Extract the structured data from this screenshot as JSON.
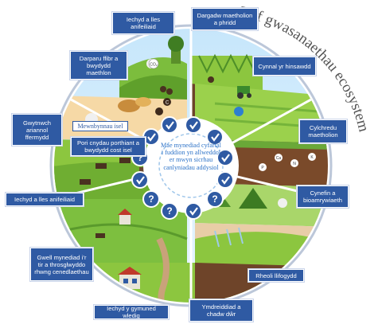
{
  "title": "Llif gwasanaethau ecosystem",
  "center_text": "Mae mynediad cyfartal i fuddion yn allweddol er mwyn sicrhau canlyniadau addysiol",
  "labels": {
    "top_left": "Iechyd a lles anifeiliaid",
    "top_right": "Dargadw maetholion a phridd",
    "upper_left": "Darparu ffibr a bwydydd maethlon",
    "climate": "Cynnal yr hinsawdd",
    "left_upper": "Gwytnwch ariannol ffermydd",
    "light_box": "Mewnbynnau isel",
    "feed": "Pori cnydau porthiant a bwydydd cost isel",
    "nutrients": "Cylchredu maetholion",
    "left_mid": "Iechyd a lles anifeiliaid",
    "biodiversity": "Cynefin a bioamrywiaeth",
    "access": "Gwell mynediad i’r tir a throsglwyddo rhwng cenedlaethau",
    "flood": "Rheoli llifogydd",
    "rural": "Iechyd y gymuned wledig",
    "water": "Ymdreiddiad a chadw dŵr"
  },
  "icons": {
    "check": "check-icon",
    "question": "question-icon",
    "co2": "CO₂",
    "carbon": "C",
    "pest_letters": [
      "P",
      "Ca",
      "N",
      "K"
    ]
  },
  "colors": {
    "label_blue": "#2f5aa3",
    "ring_green": "#8cc63f",
    "sky_blue": "#d7eefc",
    "soil_brown": "#7a4a2a"
  }
}
